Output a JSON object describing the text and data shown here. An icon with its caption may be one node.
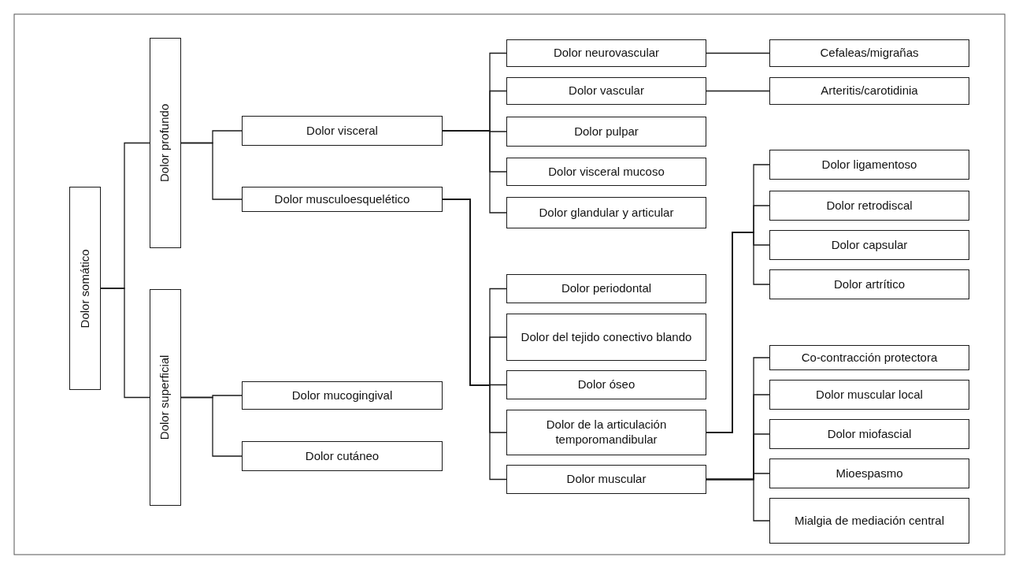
{
  "diagram": {
    "nodes": [
      {
        "text": [
          "Dolor somático"
        ]
      },
      {
        "text": [
          "Dolor profundo"
        ]
      },
      {
        "text": [
          "Dolor superficial"
        ]
      },
      {
        "text": [
          "Dolor visceral"
        ]
      },
      {
        "text": [
          "Dolor musculoesquelético"
        ]
      },
      {
        "text": [
          "Dolor mucogingival"
        ]
      },
      {
        "text": [
          "Dolor cutáneo"
        ]
      },
      {
        "text": [
          "Dolor neurovascular"
        ]
      },
      {
        "text": [
          "Dolor vascular"
        ]
      },
      {
        "text": [
          "Dolor pulpar"
        ]
      },
      {
        "text": [
          "Dolor visceral mucoso"
        ]
      },
      {
        "text": [
          "Dolor glandular y articular"
        ]
      },
      {
        "text": [
          "Dolor periodontal"
        ]
      },
      {
        "text": [
          "Dolor del tejido conectivo blando"
        ]
      },
      {
        "text": [
          "Dolor óseo"
        ]
      },
      {
        "text": [
          "Dolor de la articulación temporomandibular"
        ]
      },
      {
        "text": [
          "Dolor muscular"
        ]
      },
      {
        "text": [
          "Cefaleas/migrañas"
        ]
      },
      {
        "text": [
          "Arteritis/carotidinia"
        ]
      },
      {
        "text": [
          "Dolor ligamentoso"
        ]
      },
      {
        "text": [
          "Dolor retrodiscal"
        ]
      },
      {
        "text": [
          "Dolor capsular"
        ]
      },
      {
        "text": [
          "Dolor artrítico"
        ]
      },
      {
        "text": [
          "Co-contracción protectora"
        ]
      },
      {
        "text": [
          "Dolor muscular local"
        ]
      },
      {
        "text": [
          "Dolor miofascial"
        ]
      },
      {
        "text": [
          "Mioespasmo"
        ]
      },
      {
        "text": [
          "Mialgia de mediación central"
        ]
      }
    ],
    "edges": [
      {
        "from": 0,
        "to": 1,
        "arrow": "none"
      },
      {
        "from": 0,
        "to": 2,
        "arrow": "none"
      },
      {
        "from": 1,
        "to": 3,
        "arrow": "none"
      },
      {
        "from": 1,
        "to": 4,
        "arrow": "none"
      },
      {
        "from": 2,
        "to": 5,
        "arrow": "none"
      },
      {
        "from": 2,
        "to": 6,
        "arrow": "none"
      },
      {
        "from": 3,
        "to": 7,
        "arrow": "none"
      },
      {
        "from": 3,
        "to": 8,
        "arrow": "none"
      },
      {
        "from": 3,
        "to": 9,
        "arrow": "none"
      },
      {
        "from": 3,
        "to": 10,
        "arrow": "none"
      },
      {
        "from": 3,
        "to": 11,
        "arrow": "none"
      },
      {
        "from": 4,
        "to": 12,
        "arrow": "none"
      },
      {
        "from": 4,
        "to": 13,
        "arrow": "none"
      },
      {
        "from": 4,
        "to": 14,
        "arrow": "none"
      },
      {
        "from": 4,
        "to": 15,
        "arrow": "none"
      },
      {
        "from": 4,
        "to": 16,
        "arrow": "none"
      },
      {
        "from": 7,
        "to": 17,
        "arrow": "none"
      },
      {
        "from": 8,
        "to": 18,
        "arrow": "none"
      },
      {
        "from": 15,
        "to": 19,
        "arrow": "none"
      },
      {
        "from": 15,
        "to": 20,
        "arrow": "none"
      },
      {
        "from": 15,
        "to": 21,
        "arrow": "none"
      },
      {
        "from": 15,
        "to": 22,
        "arrow": "none"
      },
      {
        "from": 16,
        "to": 23,
        "arrow": "none"
      },
      {
        "from": 16,
        "to": 24,
        "arrow": "none"
      },
      {
        "from": 16,
        "to": 25,
        "arrow": "none"
      },
      {
        "from": 16,
        "to": 26,
        "arrow": "none"
      },
      {
        "from": 16,
        "to": 27,
        "arrow": "none"
      }
    ]
  }
}
